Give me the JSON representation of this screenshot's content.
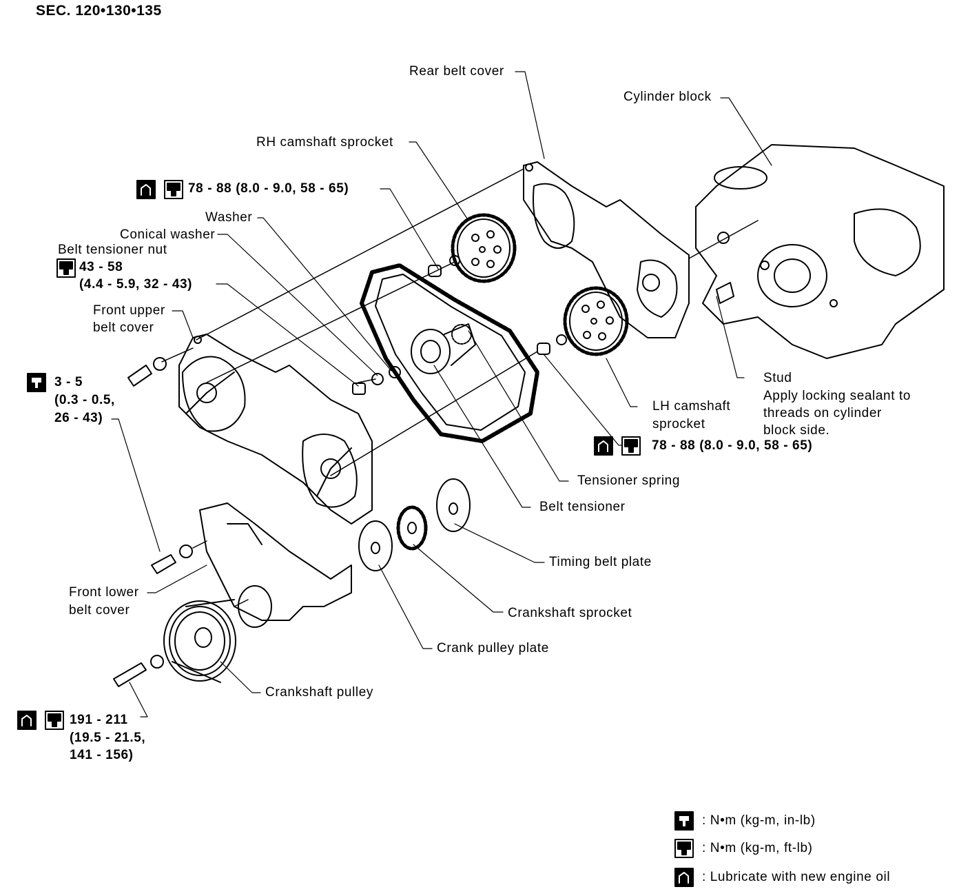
{
  "section_title": "SEC. 120•130•135",
  "labels": {
    "rear_belt_cover": "Rear belt cover",
    "cylinder_block": "Cylinder block",
    "rh_camshaft_sprocket": "RH camshaft sprocket",
    "washer": "Washer",
    "conical_washer": "Conical washer",
    "belt_tensioner_nut": "Belt tensioner nut",
    "front_upper_belt_cover_1": "Front upper",
    "front_upper_belt_cover_2": "belt cover",
    "stud": "Stud",
    "stud_note_1": "Apply locking sealant to",
    "stud_note_2": "threads on cylinder",
    "stud_note_3": "block side.",
    "lh_camshaft_sprocket_1": "LH camshaft",
    "lh_camshaft_sprocket_2": "sprocket",
    "tensioner_spring": "Tensioner spring",
    "belt_tensioner": "Belt tensioner",
    "timing_belt_plate": "Timing belt plate",
    "crankshaft_sprocket": "Crankshaft sprocket",
    "crank_pulley_plate": "Crank pulley plate",
    "crankshaft_pulley": "Crankshaft pulley",
    "front_lower_belt_cover_1": "Front lower",
    "front_lower_belt_cover_2": "belt cover"
  },
  "torque_specs": {
    "rh_cam_bolt": "78 - 88 (8.0 - 9.0, 58 - 65)",
    "tensioner_nut_1": "43 - 58",
    "tensioner_nut_2": "(4.4 - 5.9, 32 - 43)",
    "cover_bolt_1": "3 - 5",
    "cover_bolt_2": "(0.3 - 0.5,",
    "cover_bolt_3": "26 - 43)",
    "lh_cam_bolt": "78 - 88 (8.0 - 9.0, 58 - 65)",
    "crank_bolt_1": "191 - 211",
    "crank_bolt_2": "(19.5 - 21.5,",
    "crank_bolt_3": "141 - 156)"
  },
  "legend": [
    {
      "icon": "torque-wrench-dark-icon",
      "text": ": N•m (kg-m, in-lb)"
    },
    {
      "icon": "torque-wrench-outline-icon",
      "text": ": N•m (kg-m, ft-lb)"
    },
    {
      "icon": "oil-can-icon",
      "text": ": Lubricate with new engine oil"
    }
  ]
}
